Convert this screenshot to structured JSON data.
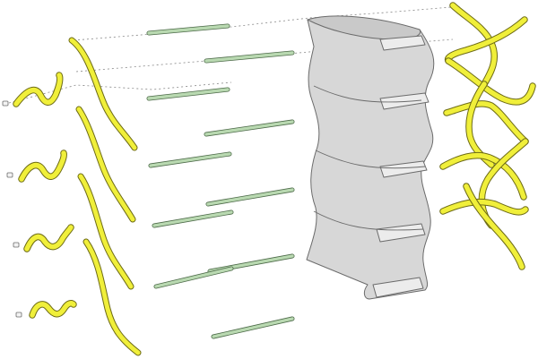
{
  "colors": {
    "background": "#ffffff",
    "yellow_part": "#f0ef3a",
    "yellow_edge": "#6d6b16",
    "green_rod": "#b9d9b1",
    "green_rod_edge": "#4d6a49",
    "gray_housing": "#d7d7d7",
    "gray_housing_shade": "#c9c9c9",
    "gray_edge": "#6b6b6b",
    "dashed_guide": "#888888",
    "small_pin": "#f3f3f3"
  },
  "parts": {
    "housing": "gray-stacked-housing",
    "rods": "green-connecting-rod",
    "wave_springs": "yellow-wave-spring",
    "long_curved_strips": "yellow-long-curved-strip",
    "lattice": "yellow-interlocking-lattice",
    "pins": "small-cylindrical-pin"
  }
}
